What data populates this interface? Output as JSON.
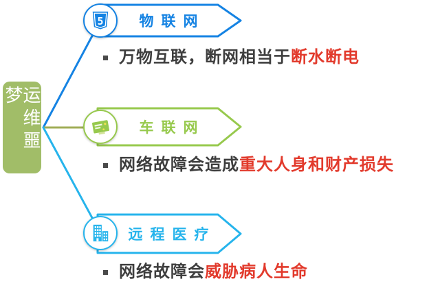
{
  "root": {
    "label": "运维噩梦",
    "bg_color": "#a1bd68",
    "text_color": "#ffffff"
  },
  "branches": [
    {
      "label": "物联网",
      "color": "#1583e3",
      "line_color": "#1583e3",
      "icon": "html5-shield-icon",
      "bullet": {
        "normal": "万物互联，断网相当于",
        "highlight": "断水断电"
      }
    },
    {
      "label": "车联网",
      "color": "#97c94d",
      "line_color": "#a0ad56",
      "icon": "vehicle-card-icon",
      "bullet": {
        "normal": "网络故障会造成",
        "highlight": "重大人身和财产损失"
      }
    },
    {
      "label": "远程医疗",
      "color": "#26b4ec",
      "line_color": "#26b4ec",
      "icon": "hospital-building-icon",
      "bullet": {
        "normal": "网络故障会",
        "highlight": "威胁病人生命"
      }
    }
  ],
  "icons": {
    "shield_digit": "5",
    "card_accent_color": "#f1e153"
  },
  "colors": {
    "background": "#ffffff",
    "body_text": "#3e3e3e",
    "highlight_text": "#e23a2c",
    "bullet_marker": "#4a4a4a"
  }
}
